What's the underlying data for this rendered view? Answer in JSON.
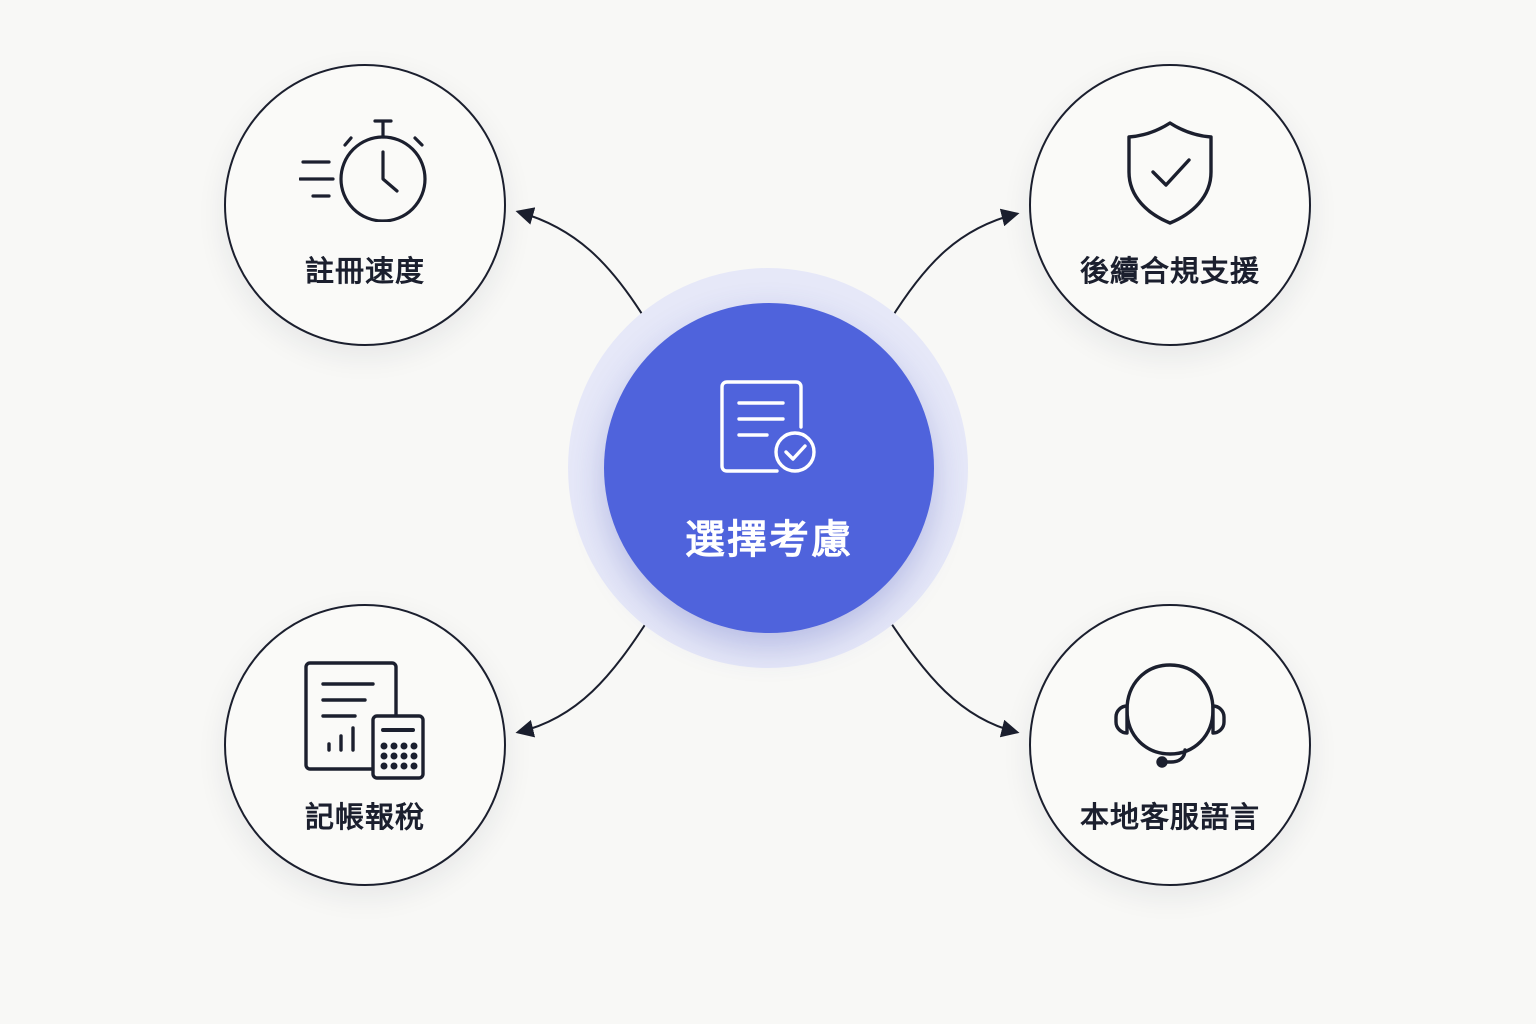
{
  "center": {
    "label": "選擇考慮",
    "icon": "document-check-icon",
    "color": "#4f63dc"
  },
  "nodes": [
    {
      "id": "tl",
      "label": "註冊速度",
      "icon": "stopwatch-icon"
    },
    {
      "id": "tr",
      "label": "後續合規支援",
      "icon": "shield-check-icon"
    },
    {
      "id": "bl",
      "label": "記帳報稅",
      "icon": "report-calculator-icon"
    },
    {
      "id": "br",
      "label": "本地客服語言",
      "icon": "headset-icon"
    }
  ],
  "colors": {
    "background": "#f8f8f6",
    "stroke": "#1b1f2e",
    "hub": "#4f63dc",
    "halo": "#e6e8f8"
  }
}
